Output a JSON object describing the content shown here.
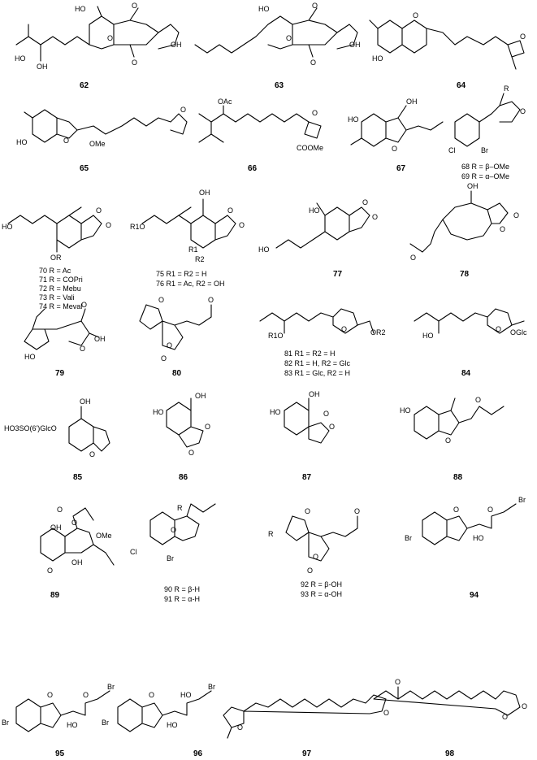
{
  "compounds": [
    {
      "id": "62",
      "atoms": [
        "HO",
        "HO",
        "O",
        "O",
        "O",
        "O",
        "O",
        "OH",
        "HO",
        "OH"
      ],
      "r_labels": []
    },
    {
      "id": "63",
      "atoms": [
        "HO",
        "O",
        "O",
        "O",
        "O",
        "O",
        "OH"
      ],
      "r_labels": []
    },
    {
      "id": "64",
      "atoms": [
        "O",
        "HO",
        "O"
      ],
      "r_labels": []
    },
    {
      "id": "65",
      "atoms": [
        "O",
        "HO",
        "OMe",
        "O"
      ],
      "r_labels": []
    },
    {
      "id": "66",
      "atoms": [
        "OAc",
        "O",
        "COOMe"
      ],
      "r_labels": []
    },
    {
      "id": "67",
      "atoms": [
        "HO",
        "OH",
        "O"
      ],
      "r_labels": []
    },
    {
      "id": "68",
      "atoms": [
        "R",
        "O",
        "O",
        "Cl",
        "Br"
      ],
      "r_labels": [
        "68 R = β–OMe",
        "69 R = α–OMe"
      ]
    },
    {
      "id": "70",
      "atoms": [
        "HO",
        "O",
        "O",
        "OR"
      ],
      "r_labels": [
        "70 R = Ac",
        "71 R = COPri",
        "72 R = Mebu",
        "73 R = Vali",
        "74 R = Meval"
      ]
    },
    {
      "id": "75",
      "atoms": [
        "OH",
        "R1O",
        "O",
        "O",
        "R1",
        "R2"
      ],
      "r_labels": [
        "75 R1 = R2 = H",
        "76 R1 = Ac, R2 = OH"
      ]
    },
    {
      "id": "77",
      "atoms": [
        "HO",
        "O",
        "O",
        "HO"
      ],
      "r_labels": []
    },
    {
      "id": "78",
      "atoms": [
        "OH",
        "O",
        "O",
        "O"
      ],
      "r_labels": []
    },
    {
      "id": "79",
      "atoms": [
        "O",
        "O",
        "OH",
        "HO"
      ],
      "r_labels": []
    },
    {
      "id": "80",
      "atoms": [
        "O",
        "O",
        "O",
        "O"
      ],
      "r_labels": []
    },
    {
      "id": "81",
      "atoms": [
        "R1O",
        "O",
        "OR2"
      ],
      "r_labels": [
        "81 R1 = R2 = H",
        "82 R1 = H, R2 = Glc",
        "83 R1 = Glc, R2 = H"
      ]
    },
    {
      "id": "84",
      "atoms": [
        "HO",
        "O",
        "OGlc"
      ],
      "r_labels": []
    },
    {
      "id": "85",
      "atoms": [
        "HO3SO(6')GlcO",
        "OH",
        "O"
      ],
      "r_labels": []
    },
    {
      "id": "86",
      "atoms": [
        "HO",
        "OH",
        "O",
        "O"
      ],
      "r_labels": []
    },
    {
      "id": "87",
      "atoms": [
        "HO",
        "OH",
        "O",
        "O"
      ],
      "r_labels": []
    },
    {
      "id": "88",
      "atoms": [
        "HO",
        "O",
        "O"
      ],
      "r_labels": []
    },
    {
      "id": "89",
      "atoms": [
        "O",
        "O",
        "OMe",
        "OH",
        "O",
        "OH"
      ],
      "r_labels": []
    },
    {
      "id": "90",
      "atoms": [
        "R",
        "O",
        "Cl",
        "Br"
      ],
      "r_labels": [
        "90 R = β-H",
        "91 R = α-H"
      ]
    },
    {
      "id": "92",
      "atoms": [
        "O",
        "R",
        "O",
        "O",
        "O"
      ],
      "r_labels": [
        "92 R = β-OH",
        "93 R = α-OH"
      ]
    },
    {
      "id": "94",
      "atoms": [
        "O",
        "O",
        "Br",
        "HO",
        "Br"
      ],
      "r_labels": []
    },
    {
      "id": "95",
      "atoms": [
        "O",
        "O",
        "Br",
        "HO",
        "Br"
      ],
      "r_labels": []
    },
    {
      "id": "96",
      "atoms": [
        "O",
        "HO",
        "Br",
        "HO",
        "Br"
      ],
      "r_labels": []
    },
    {
      "id": "97",
      "atoms": [
        "O",
        "O"
      ],
      "r_labels": []
    },
    {
      "id": "98",
      "atoms": [
        "O",
        "O",
        "O"
      ],
      "r_labels": []
    }
  ]
}
